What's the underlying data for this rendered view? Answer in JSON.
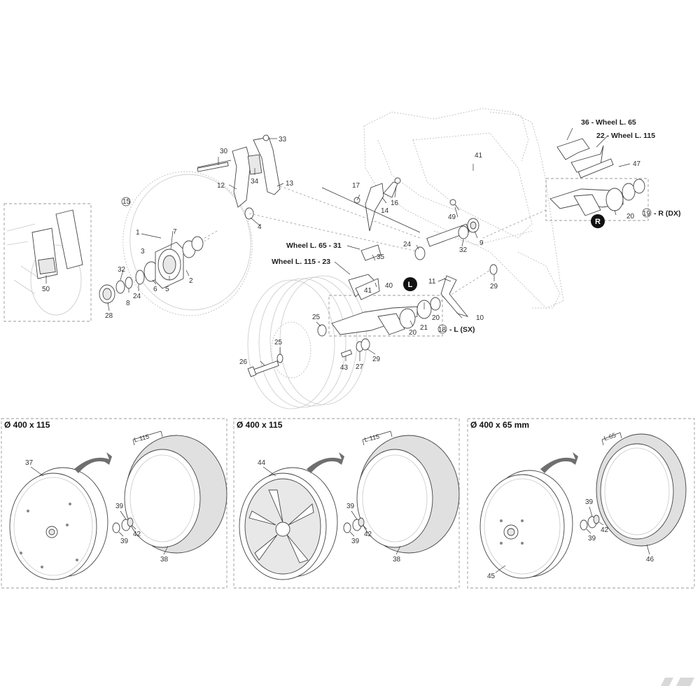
{
  "callouts": {
    "n1": "1",
    "n2": "2",
    "n3": "3",
    "n4": "4",
    "n5": "5",
    "n6": "6",
    "n7": "7",
    "n8": "8",
    "n9": "9",
    "n10": "10",
    "n11": "11",
    "n12": "12",
    "n13": "13",
    "n14": "14",
    "n15": "15",
    "n16": "16",
    "n17": "17",
    "n18": "18",
    "n19": "19",
    "n20a": "20",
    "n20b": "20",
    "n20c": "20",
    "n21": "21",
    "n24a": "24",
    "n24b": "24",
    "n25a": "25",
    "n25b": "25",
    "n26": "26",
    "n27": "27",
    "n28": "28",
    "n29a": "29",
    "n29b": "29",
    "n30": "30",
    "n32a": "32",
    "n32b": "32",
    "n33": "33",
    "n34": "34",
    "n35": "35",
    "n40": "40",
    "n41a": "41",
    "n41b": "41",
    "n43": "43",
    "n47": "47",
    "n49": "49",
    "n50": "50",
    "n37": "37",
    "n38a": "38",
    "n38b": "38",
    "n39a": "39",
    "n39b": "39",
    "n39c": "39",
    "n39d": "39",
    "n39e": "39",
    "n39f": "39",
    "n42a": "42",
    "n42b": "42",
    "n42c": "42",
    "n44": "44",
    "n45": "45",
    "n46": "46"
  },
  "labels": {
    "wheel65_top": "36 - Wheel L. 65",
    "wheel115_top": "22 - Wheel L. 115",
    "right_side": "- R (DX)",
    "left_side": "- L (SX)",
    "wheel65_mid": "Wheel L. 65 - 31",
    "wheel115_mid": "Wheel L. 115 - 23",
    "marker_r": "R",
    "marker_l": "L"
  },
  "panels": [
    {
      "title": "Ø 400 x 115",
      "dim": "L.115"
    },
    {
      "title": "Ø 400 x 115",
      "dim": "L.115"
    },
    {
      "title": "Ø 400 x 65 mm",
      "dim": "L.65"
    }
  ],
  "colors": {
    "line": "#444444",
    "ghost": "#b8b8b8",
    "tire": "#e0e0e0",
    "marker": "#111111",
    "arrow": "#6f6f6f"
  }
}
